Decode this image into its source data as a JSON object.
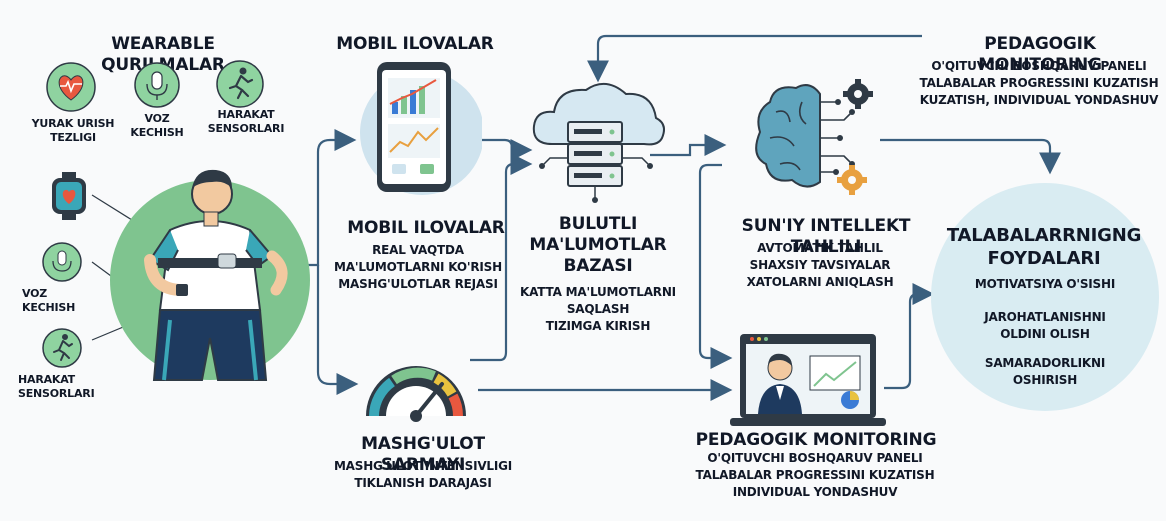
{
  "wearable": {
    "title": "WEARABLE QURILMALAR",
    "heart_label": [
      "YURAK URISH",
      "TEZLIGI"
    ],
    "voice_label": [
      "VOZ",
      "KECHISH"
    ],
    "motion_label": [
      "HARAKAT",
      "SENSORLARI"
    ],
    "left_voice_label": [
      "VOZ",
      "KECHISH"
    ],
    "left_motion_label": [
      "HARAKAT",
      "SENSORLARI"
    ]
  },
  "mobile": {
    "top_title": "MOBIL ILOVALAR",
    "title": "MOBIL ILOVALAR",
    "lines": [
      "REAL VAQTDA",
      "MA'LUMOTLARNI KO'RISH",
      "MASHG'ULOTLAR REJASI"
    ]
  },
  "cloud": {
    "title": [
      "BULUTLI",
      "MA'LUMOTLAR",
      "BAZASI"
    ],
    "lines": [
      "KATTA MA'LUMOTLARNI",
      "SAQLASH",
      "TIZIMGA KIRISH"
    ]
  },
  "ai": {
    "title": "SUN'IY INTELLEKT TAHLILI",
    "lines": [
      "AVTOMATIK TAHLIL",
      "SHAXSIY TAVSIYALAR",
      "XATOLARNI ANIQLASH"
    ]
  },
  "monitoring_top": {
    "title": "PEDAGOGIK MONITORING",
    "lines": [
      "O'QITUVCHI BOSHQARUV PANELI",
      "TALABALAR PROGRESSINI KUZATISH",
      "KUZATISH, INDIVIDUAL YONDASHUV"
    ]
  },
  "monitoring_bottom": {
    "title": "PEDAGOGIK MONITORING",
    "lines": [
      "O'QITUVCHI BOSHQARUV PANELI",
      "TALABALAR PROGRESSINI KUZATISH",
      "INDIVIDUAL YONDASHUV"
    ]
  },
  "training": {
    "title": "MASHG'ULOT SARMAYI",
    "lines": [
      "MASHG'ULOT INTENSIVLIGI",
      "TIKLANISH DARAJASI"
    ]
  },
  "benefits": {
    "title": [
      "TALABALARRNIGNG",
      "FOYDALARI"
    ],
    "items": [
      "MOTIVATSIYA O'SISHI",
      "JAROHATLANISHNI",
      "OLDINI OLISH",
      "SAMARADORLIKNI",
      "OSHIRISH"
    ]
  },
  "colors": {
    "arrow": "#3b5f7e",
    "green": "#7fc48f",
    "blue": "#cfe3ee",
    "dark": "#1f2937"
  }
}
